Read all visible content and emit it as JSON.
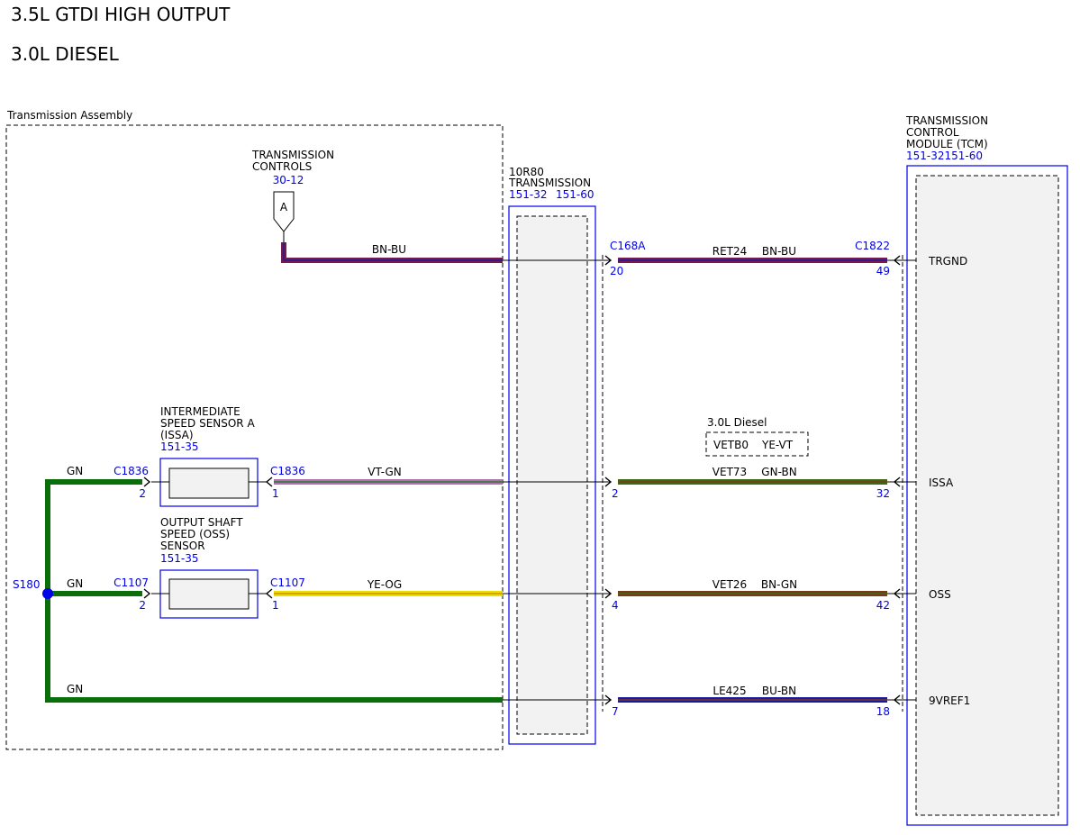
{
  "titles": {
    "line1": "3.5L GTDI HIGH OUTPUT",
    "line2": "3.0L DIESEL"
  },
  "assembly": {
    "label": "Transmission Assembly"
  },
  "trans_controls": {
    "line1": "TRANSMISSION",
    "line2": "CONTROLS",
    "ref": "30-12",
    "tag": "A"
  },
  "tr_box": {
    "line1": "10R80",
    "line2": "TRANSMISSION",
    "ref1": "151-32",
    "ref2": "151-60"
  },
  "tcm": {
    "line1": "TRANSMISSION",
    "line2": "CONTROL",
    "line3": "MODULE (TCM)",
    "ref": "151-32151-60"
  },
  "issa_sensor": {
    "line1": "INTERMEDIATE",
    "line2": "SPEED SENSOR A",
    "line3": "(ISSA)",
    "ref": "151-35"
  },
  "oss_sensor": {
    "line1": "OUTPUT SHAFT",
    "line2": "SPEED (OSS)",
    "line3": "SENSOR",
    "ref": "151-35"
  },
  "splice": {
    "label": "S180"
  },
  "diesel_note": {
    "label": "3.0L Diesel",
    "circuit": "VETB0",
    "color": "YE-VT"
  },
  "wires": {
    "trgnd": {
      "left_color": "BN-BU",
      "conn_a": "C168A",
      "pin_a": "20",
      "circuit": "RET24",
      "color": "BN-BU",
      "conn_b": "C1822",
      "pin_b": "49",
      "signal": "TRGND"
    },
    "issa": {
      "gn": "GN",
      "conn_l": "C1836",
      "pin_l": "2",
      "conn_r": "C1836",
      "pin_r": "1",
      "left_color": "VT-GN",
      "pin_a": "2",
      "circuit": "VET73",
      "color": "GN-BN",
      "pin_b": "32",
      "signal": "ISSA"
    },
    "oss": {
      "gn": "GN",
      "conn_l": "C1107",
      "pin_l": "2",
      "conn_r": "C1107",
      "pin_r": "1",
      "left_color": "YE-OG",
      "pin_a": "4",
      "circuit": "VET26",
      "color": "BN-GN",
      "pin_b": "42",
      "signal": "OSS"
    },
    "vref": {
      "gn": "GN",
      "pin_a": "7",
      "circuit": "LE425",
      "color": "BU-BN",
      "pin_b": "18",
      "signal": "9VREF1"
    }
  },
  "colors": {
    "ref_blue": "#0000e6",
    "gn": "#0a6e0a",
    "bn_bu": "#7a1a4a",
    "vt_gn": "#b070b0",
    "ye_og": "#e8e000",
    "gn_bn": "#3a6a14",
    "bn_gn": "#7a3a1a",
    "bu_bn": "#1a1aa0"
  }
}
